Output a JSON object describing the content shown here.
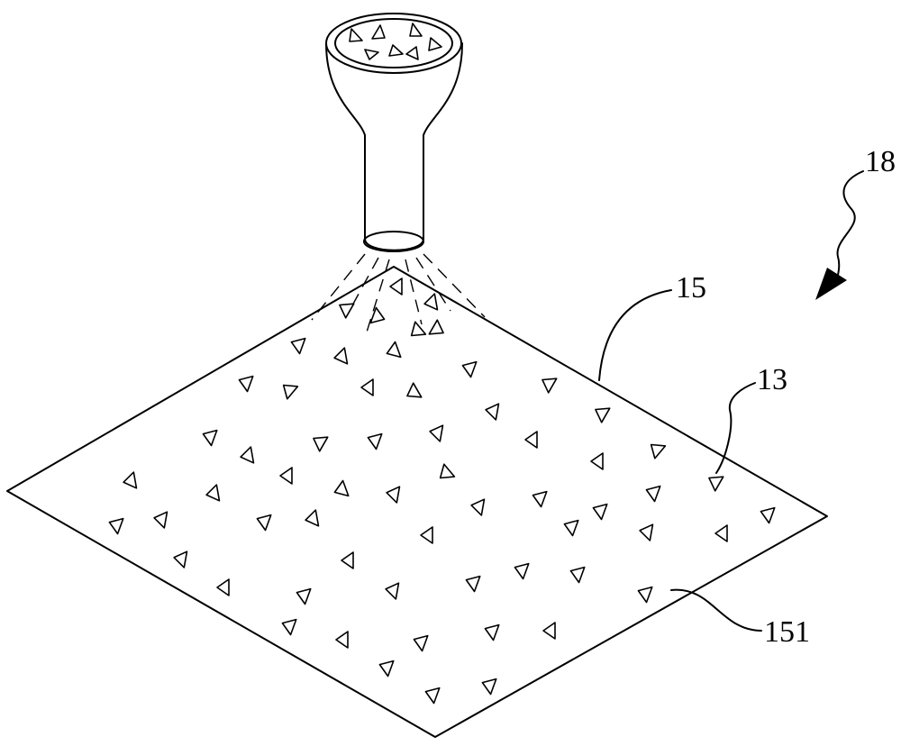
{
  "figure": {
    "labels": {
      "arrow_ref": "18",
      "sheet_ref": "15",
      "particle_ref": "13",
      "surface_ref": "151"
    }
  }
}
